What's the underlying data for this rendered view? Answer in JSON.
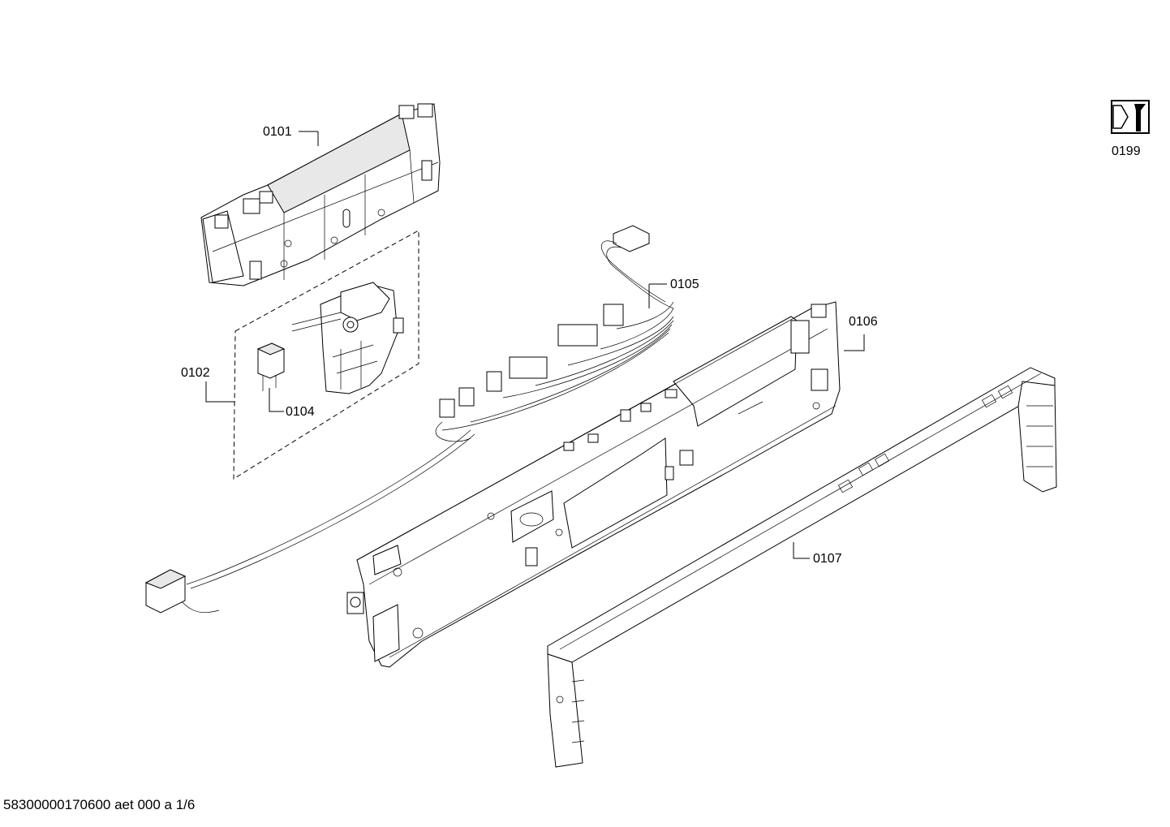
{
  "labels": {
    "p0101": "0101",
    "p0102": "0102",
    "p0104": "0104",
    "p0105": "0105",
    "p0106": "0106",
    "p0107": "0107",
    "p0199": "0199"
  },
  "footer": "58300000170600 aet 000 a 1/6",
  "icons": {
    "service_kit": "wrench-screw-icon"
  }
}
